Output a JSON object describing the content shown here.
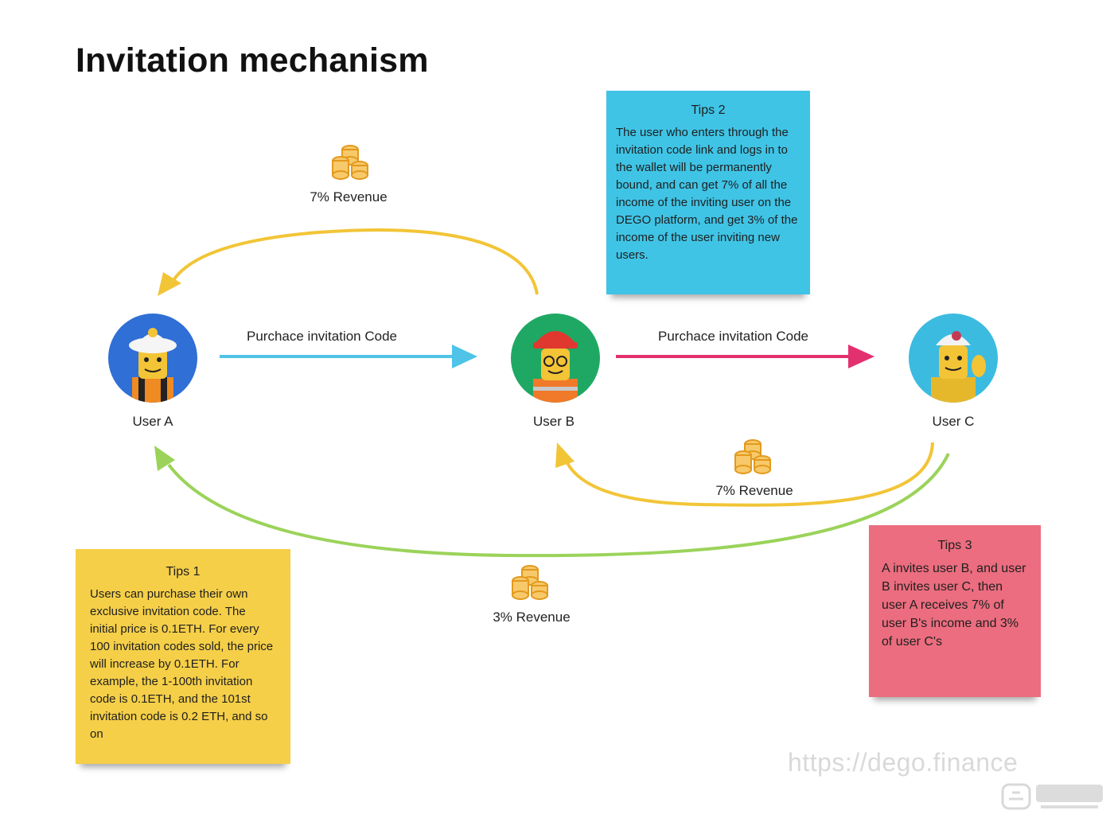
{
  "title": "Invitation mechanism",
  "users": [
    {
      "label": "User A"
    },
    {
      "label": "User B"
    },
    {
      "label": "User C"
    }
  ],
  "edges": {
    "a_to_b": "Purchace invitation Code",
    "b_to_c": "Purchace invitation Code"
  },
  "revenue": {
    "top": "7% Revenue",
    "middle": "7% Revenue",
    "bottom": "3% Revenue"
  },
  "tips": {
    "tips1": {
      "title": "Tips 1",
      "body": "Users can purchase their own exclusive invitation code. The initial price is 0.1ETH. For every 100 invitation codes sold, the price will increase by 0.1ETH. For example, the 1-100th invitation code is 0.1ETH, and the 101st invitation code is 0.2 ETH, and so on"
    },
    "tips2": {
      "title": "Tips 2",
      "body": "The user who enters through the invitation code link and logs in to the wallet will be permanently bound, and can get 7% of all the income of the inviting user on the DEGO platform, and get 3% of the income of the user inviting new users."
    },
    "tips3": {
      "title": "Tips 3",
      "body": "A invites user B, and user B invites user C, then user A receives 7% of user B's income and 3% of user C's"
    }
  },
  "watermark": "https://dego.finance",
  "colors": {
    "tips1_bg": "#f5cf48",
    "tips2_bg": "#3fc4e6",
    "tips3_bg": "#eb6d7f",
    "arrow_blue": "#4fc3e8",
    "arrow_pink": "#e3306f",
    "arrow_yellow": "#f2c537",
    "arrow_green": "#9bd35a",
    "coin": "#f2b233"
  },
  "icons": [
    "coin-stack-icon",
    "user-a-avatar",
    "user-b-avatar",
    "user-c-avatar"
  ]
}
